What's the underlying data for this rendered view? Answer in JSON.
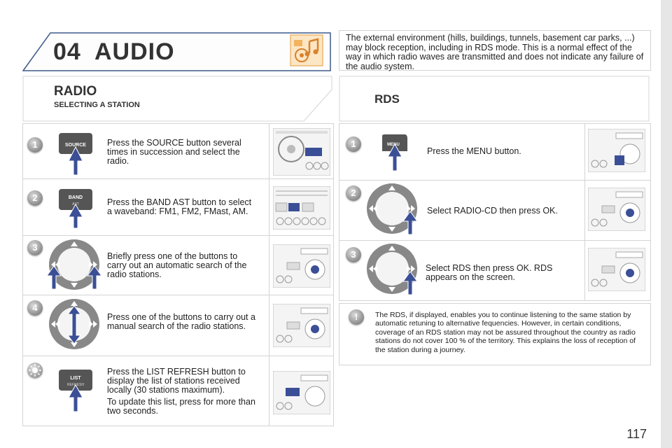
{
  "header": {
    "chapter": "04",
    "title": "AUDIO",
    "icon": "audio-music-icon"
  },
  "intro": "The external environment (hills, buildings, tunnels, basement car parks, ...) may block reception, including in RDS mode. This is a normal effect of the way in which radio waves are transmitted and does not indicate any failure of the audio system.",
  "radio": {
    "title": "RADIO",
    "subtitle": "SELECTING A STATION",
    "steps": [
      {
        "badge": "1",
        "button": "SOURCE",
        "button_sub": "",
        "text": "Press the SOURCE button several times in succession and select the radio."
      },
      {
        "badge": "2",
        "button": "BAND",
        "button_sub": "AST",
        "text": "Press the BAND AST button to select a waveband: FM1, FM2, FMast, AM."
      },
      {
        "badge": "3",
        "text": "Briefly press one of the buttons to carry out an automatic search of the radio stations."
      },
      {
        "badge": "4",
        "text": "Press one of the buttons to carry out a manual search of the radio stations."
      },
      {
        "badge": "sun-icon",
        "button": "LIST",
        "button_sub": "REFRESH",
        "text": "Press the LIST REFRESH button to display the list of stations received locally (30 stations maximum).",
        "text2": "To update this list, press for more than two seconds."
      }
    ]
  },
  "rds": {
    "title": "RDS",
    "steps": [
      {
        "badge": "1",
        "button": "MENU",
        "text": "Press the MENU button."
      },
      {
        "badge": "2",
        "text": "Select RADIO-CD then press OK."
      },
      {
        "badge": "3",
        "text": "Select RDS then press OK. RDS appears on the screen."
      }
    ],
    "note_badge": "!",
    "note": "The RDS, if displayed, enables you to continue listening to the same station by automatic retuning to alternative fequencies. However, in certain conditions, coverage of an RDS station may not be assured throughout the country as radio stations do not cover 100 % of the territory. This explains the loss of reception of the station during a journey."
  },
  "page_number": "117",
  "colors": {
    "accent_arrow": "#3b4f96",
    "header_line": "#3f5a8c",
    "icon_orange": "#f0a341"
  }
}
